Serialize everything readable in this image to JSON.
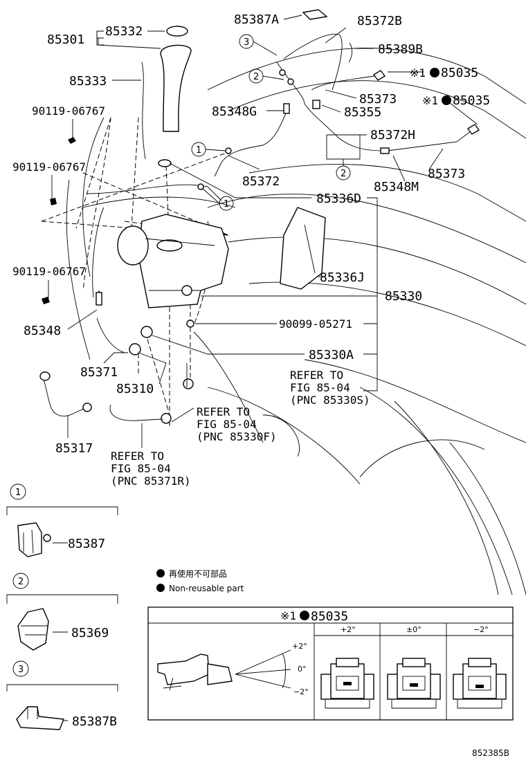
{
  "labels": {
    "p85301": "85301",
    "p85332": "85332",
    "p85333": "85333",
    "p90119a": "90119-06767",
    "p90119b": "90119-06767",
    "p90119c": "90119-06767",
    "p85348": "85348",
    "p85371": "85371",
    "p85310": "85310",
    "p85317": "85317",
    "p85387A": "85387A",
    "p85372B": "85372B",
    "p85389B": "85389B",
    "p85035a": "85035",
    "p85035b": "85035",
    "p85373a": "85373",
    "p85373b": "85373",
    "p85348G": "85348G",
    "p85355": "85355",
    "p85372H": "85372H",
    "p85348M": "85348M",
    "p85372": "85372",
    "p85336D": "85336D",
    "p85336J": "85336J",
    "p85330": "85330",
    "p90099": "90099-05271",
    "p85330A": "85330A",
    "p85387": "85387",
    "p85369": "85369",
    "p85387B": "85387B",
    "mark1": "※1",
    "mark2": "※1"
  },
  "refs": {
    "r1": [
      "REFER TO",
      "FIG 85-04",
      "(PNC 85330S)"
    ],
    "r2": [
      "REFER TO",
      "FIG 85-04",
      "(PNC 85330F)"
    ],
    "r3": [
      "REFER TO",
      "FIG 85-04",
      "(PNC 85371R)"
    ]
  },
  "circled": [
    "1",
    "2",
    "3"
  ],
  "legend": {
    "jp": "再使用不可部品",
    "en": "Non-reusable part"
  },
  "adjust": {
    "title_mark": "※1",
    "title_part": "85035",
    "col1": "+2°",
    "col2": "±0°",
    "col3": "−2°",
    "ang_plus": "+2°",
    "ang_zero": "0°",
    "ang_minus": "−2°"
  },
  "figure_id": "852385B"
}
